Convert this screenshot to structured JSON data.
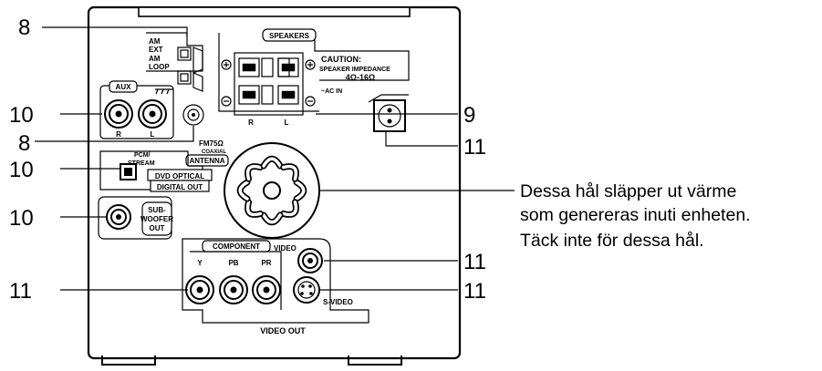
{
  "labels": {
    "am_ext": "AM",
    "ext": "EXT",
    "am_loop": "AM",
    "loop": "LOOP",
    "speakers": "SPEAKERS",
    "caution": "CAUTION:",
    "speaker_impedance": "SPEAKER IMPEDANCE",
    "impedance_value": "4Ω-16Ω",
    "ac_in": "~AC IN",
    "aux": "AUX",
    "r": "R",
    "l": "L",
    "fm75": "FM75Ω",
    "coaxial": "COAXIAL",
    "antenna": "ANTENNA",
    "pcm": "PCM/",
    "stream": "STREAM",
    "dvd_optical": "DVD OPTICAL",
    "digital_out": "DIGITAL OUT",
    "sub": "SUB-",
    "woofer": "WOOFER",
    "out": "OUT",
    "component": "COMPONENT",
    "y": "Y",
    "pb": "PB",
    "pr": "PR",
    "video": "VIDEO",
    "s_video": "S-VIDEO",
    "video_out": "VIDEO  OUT"
  },
  "callouts": {
    "c8_top": "8",
    "c10_aux": "10",
    "c8_antenna": "8",
    "c10_optical": "10",
    "c10_sub": "10",
    "c11_component": "11",
    "c9_speakers": "9",
    "c11_acin": "11",
    "c11_video": "11",
    "c11_svideo": "11"
  },
  "note": {
    "line1": "Dessa hål släpper ut värme",
    "line2": "som genereras inuti enheten.",
    "line3": "Täck inte för dessa hål."
  }
}
